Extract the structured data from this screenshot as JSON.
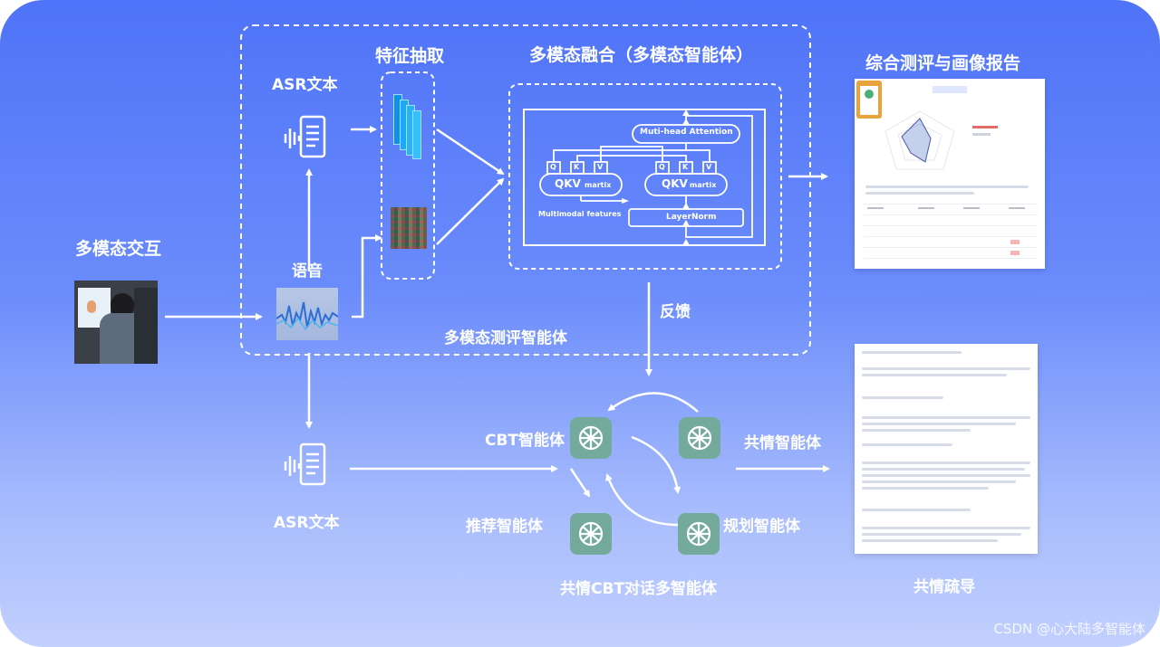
{
  "labels": {
    "multimodal_interaction": "多模态交互",
    "asr_text_top": "ASR文本",
    "feature_extraction": "特征抽取",
    "fusion_title": "多模态融合（多模态智能体）",
    "report_title": "综合测评与画像报告",
    "speech": "语音",
    "feedback": "反馈",
    "eval_agent": "多模态测评智能体",
    "asr_text_bottom": "ASR文本",
    "cbt_agent": "CBT智能体",
    "empathy_agent": "共情智能体",
    "recommend_agent": "推荐智能体",
    "planning_agent": "规划智能体",
    "multi_agent": "共情CBT对话多智能体",
    "empathy_counsel": "共情疏导",
    "watermark": "CSDN @心大陆多智能体"
  },
  "attention": {
    "multihead": "Muti-head Attention",
    "qkv": "QKV",
    "martix": "martix",
    "q": "Q",
    "k": "K",
    "v": "V",
    "multimodal_features": "Multimodal features",
    "layernorm": "LayerNorm"
  },
  "icons": {
    "audio": "audio-document-icon",
    "agent": "openai-knot-icon",
    "webcam": "user-at-computer-photo"
  },
  "colors": {
    "bg_top": "#4f73f8",
    "bg_bottom": "#c2d0fe",
    "agent_tile": "#74aa9c",
    "feature_bar": "#1ea7f2"
  }
}
